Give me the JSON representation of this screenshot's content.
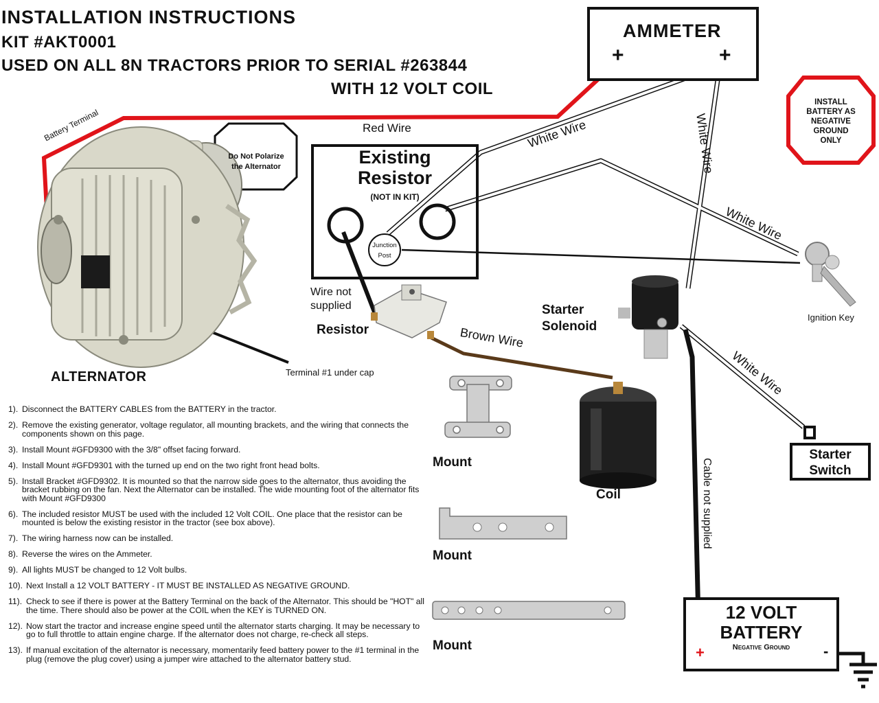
{
  "header": {
    "title": "INSTALLATION INSTRUCTIONS",
    "kit": "KIT #AKT0001",
    "used_on": "USED ON ALL 8N TRACTORS PRIOR TO SERIAL #263844",
    "coil_note": "WITH 12 VOLT COIL"
  },
  "ammeter": {
    "title": "AMMETER",
    "plus_left": "+",
    "plus_right": "+"
  },
  "badges": {
    "install_battery": [
      "INSTALL",
      "BATTERY AS",
      "NEGATIVE",
      "GROUND",
      "ONLY"
    ],
    "do_not_polarize": [
      "Do Not Polarize",
      "the Alternator"
    ]
  },
  "existing_resistor": {
    "line1": "Existing",
    "line2": "Resistor",
    "note": "(NOT IN KIT)",
    "junction_line1": "Junction",
    "junction_line2": "Post"
  },
  "wire_labels": {
    "battery_terminal": "Battery Terminal",
    "red_wire": "Red Wire",
    "white_wire_1": "White Wire",
    "white_wire_2": "White Wire",
    "white_wire_3": "White Wire",
    "white_wire_4": "White Wire",
    "brown_wire": "Brown Wire",
    "wire_not_supplied_1": "Wire not",
    "wire_not_supplied_2": "supplied",
    "cable_not_supplied": "Cable not supplied",
    "terminal_1": "Terminal #1 under cap"
  },
  "components": {
    "alternator": "ALTERNATOR",
    "resistor": "Resistor",
    "starter_solenoid_1": "Starter",
    "starter_solenoid_2": "Solenoid",
    "ignition_key": "Ignition Key",
    "coil": "Coil",
    "mount_1": "Mount",
    "mount_2": "Mount",
    "mount_3": "Mount",
    "starter_switch_1": "Starter",
    "starter_switch_2": "Switch"
  },
  "battery": {
    "line1": "12 VOLT",
    "line2": "BATTERY",
    "note": "Negative Ground",
    "plus": "+",
    "minus": "-"
  },
  "steps": [
    {
      "n": "1).",
      "text": "Disconnect the BATTERY CABLES from the BATTERY in the tractor."
    },
    {
      "n": "2).",
      "text": "Remove the existing generator, voltage regulator, all mounting brackets, and the wiring that connects the components shown on this page."
    },
    {
      "n": "3).",
      "text": "Install Mount #GFD9300 with the 3/8\" offset facing forward."
    },
    {
      "n": "4).",
      "text": "Install Mount #GFD9301 with the turned up end on the two right front head bolts."
    },
    {
      "n": "5).",
      "text": "Install Bracket #GFD9302. It is mounted so that the narrow side goes to the alternator, thus avoiding the bracket rubbing on the fan. Next the Alternator can be installed. The wide mounting foot of the alternator fits with Mount #GFD9300"
    },
    {
      "n": "6).",
      "text": "The included resistor MUST be used with the included 12 Volt COIL. One place that the resistor can be mounted is below the existing resistor in the tractor (see box above)."
    },
    {
      "n": "7).",
      "text": "The wiring harness now can be installed."
    },
    {
      "n": "8).",
      "text": "Reverse the wires on the Ammeter."
    },
    {
      "n": "9).",
      "text": "All lights MUST be changed to 12 Volt bulbs."
    },
    {
      "n": "10).",
      "text": "Next Install a 12 VOLT BATTERY - IT MUST BE INSTALLED AS NEGATIVE GROUND."
    },
    {
      "n": "11).",
      "text": "Check to see if there is power at the Battery Terminal on the back of the Alternator. This should be \"HOT\" all the time. There should also be power at the COIL when the KEY is TURNED ON."
    },
    {
      "n": "12).",
      "text": "Now start the tractor and increase engine speed until the alternator starts charging. It may be necessary to go to full throttle to attain engine charge. If the alternator does not charge, re-check all steps."
    },
    {
      "n": "13).",
      "text": "If manual excitation of the alternator is necessary, momentarily feed battery power to the #1 terminal in the plug (remove the plug cover) using a jumper wire attached to the alternator battery stud."
    }
  ],
  "colors": {
    "red_wire": "#e0141a",
    "brown_wire": "#5a3a1a",
    "white_wire": "#ffffff",
    "outline": "#111111"
  }
}
